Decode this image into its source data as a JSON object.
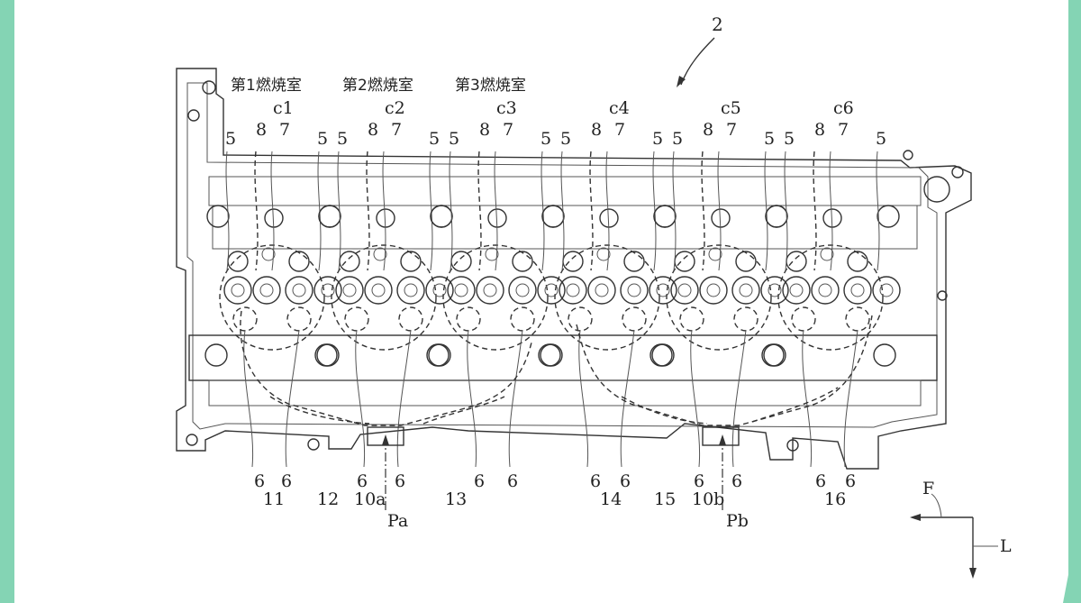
{
  "figure_number": "2",
  "chambers": [
    "第1燃焼室",
    "第2燃焼室",
    "第3燃焼室"
  ],
  "cylinder_labels": [
    "c1",
    "c2",
    "c3",
    "c4",
    "c5",
    "c6"
  ],
  "top_refs": [
    "5",
    "8",
    "7",
    "5",
    "5",
    "8",
    "7",
    "5",
    "5",
    "8",
    "7",
    "5",
    "5",
    "8",
    "7",
    "5",
    "5",
    "8",
    "7",
    "5",
    "5",
    "8",
    "7",
    "5"
  ],
  "bottom_refs": {
    "row1": [
      "6",
      "6",
      "6",
      "6",
      "6",
      "6",
      "6",
      "6",
      "6",
      "6",
      "6",
      "6"
    ],
    "row2": [
      "11",
      "12",
      "10a",
      "13",
      "14",
      "15",
      "10b",
      "16"
    ],
    "row3": [
      "Pa",
      "Pb"
    ]
  },
  "directions": {
    "forward": "F",
    "left": "L"
  }
}
